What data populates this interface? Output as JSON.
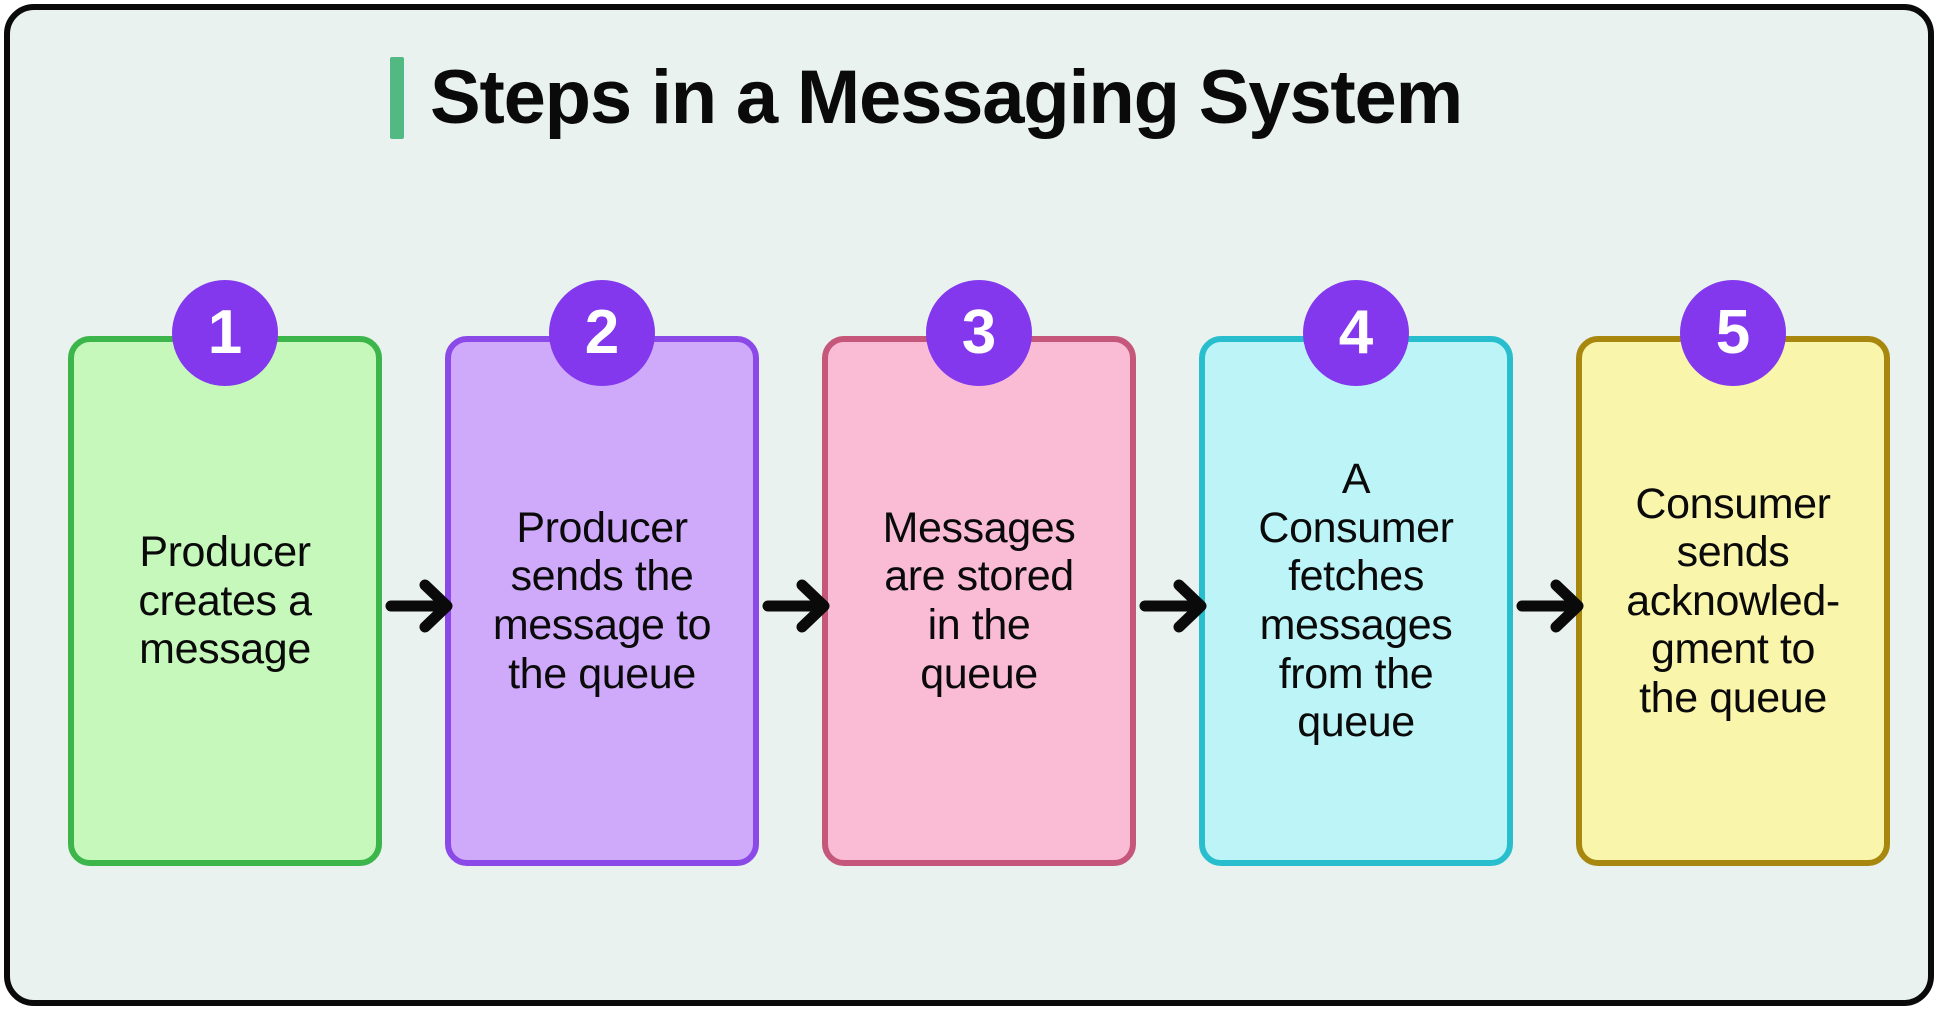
{
  "page": {
    "background_color": "#e9f2ef",
    "frame_border_color": "#0a0a0a"
  },
  "header": {
    "title": "Steps in a Messaging System",
    "accent_color": "#52b982"
  },
  "badge": {
    "color": "#8338ee",
    "text_color": "#ffffff"
  },
  "arrow_icon": "right-arrow-icon",
  "steps": [
    {
      "number": "1",
      "text": "Producer\ncreates a\nmessage",
      "fill": "#c6f8bb",
      "border": "#3cb54a"
    },
    {
      "number": "2",
      "text": "Producer\nsends the\nmessage to\nthe queue",
      "fill": "#cfa9fa",
      "border": "#8b4ae8"
    },
    {
      "number": "3",
      "text": "Messages\nare stored\nin the\nqueue",
      "fill": "#fabcd5",
      "border": "#c4577a"
    },
    {
      "number": "4",
      "text": "A\nConsumer\nfetches\nmessages\nfrom the\nqueue",
      "fill": "#bdf4f7",
      "border": "#28bece"
    },
    {
      "number": "5",
      "text": "Consumer\nsends\nacknowled-\ngment to\nthe queue",
      "fill": "#f9f5ab",
      "border": "#a8870e"
    }
  ]
}
